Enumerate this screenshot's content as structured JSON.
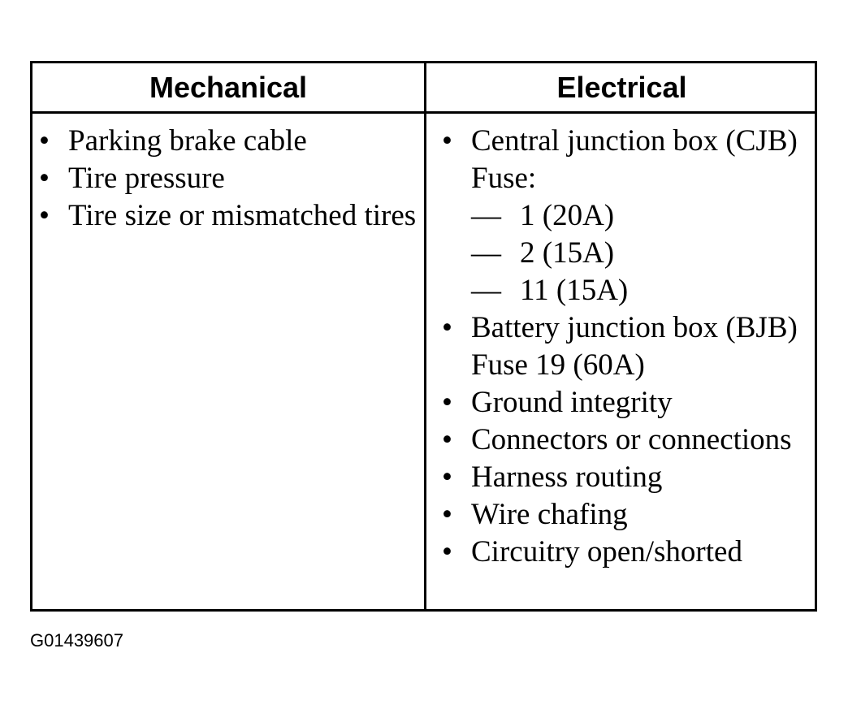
{
  "table": {
    "headers": {
      "mechanical": "Mechanical",
      "electrical": "Electrical"
    },
    "mechanical_items": [
      {
        "bullet": "•",
        "text": "Parking brake cable"
      },
      {
        "bullet": "•",
        "text": "Tire pressure"
      },
      {
        "bullet": "•",
        "text": "Tire size or mismatched tires"
      }
    ],
    "electrical_items": [
      {
        "bullet": "•",
        "text": "Central junction box (CJB) Fuse:",
        "sub_items": [
          {
            "dash": "—",
            "text": "1 (20A)"
          },
          {
            "dash": "—",
            "text": "2 (15A)"
          },
          {
            "dash": "—",
            "text": "11 (15A)"
          }
        ]
      },
      {
        "bullet": "•",
        "text": "Battery junction box (BJB) Fuse 19 (60A)"
      },
      {
        "bullet": "•",
        "text": "Ground integrity"
      },
      {
        "bullet": "•",
        "text": "Connectors or connections"
      },
      {
        "bullet": "•",
        "text": "Harness routing"
      },
      {
        "bullet": "•",
        "text": "Wire chafing"
      },
      {
        "bullet": "•",
        "text": "Circuitry open/shorted"
      }
    ]
  },
  "figure_id": "G01439607"
}
